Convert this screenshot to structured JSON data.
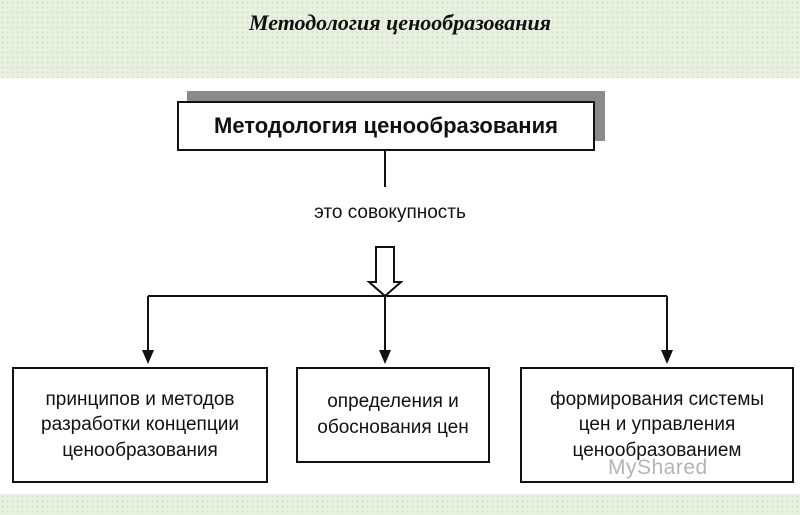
{
  "slide": {
    "title": "Методология ценообразования"
  },
  "diagram": {
    "root": "Методология ценообразования",
    "connector_label": "это совокупность",
    "children": [
      "принципов и методов\nразработки концепции\nценообразования",
      "определения и\nобоснования цен",
      "формирования системы\nцен и управления\nценообразованием"
    ]
  },
  "watermark": "MyShared"
}
